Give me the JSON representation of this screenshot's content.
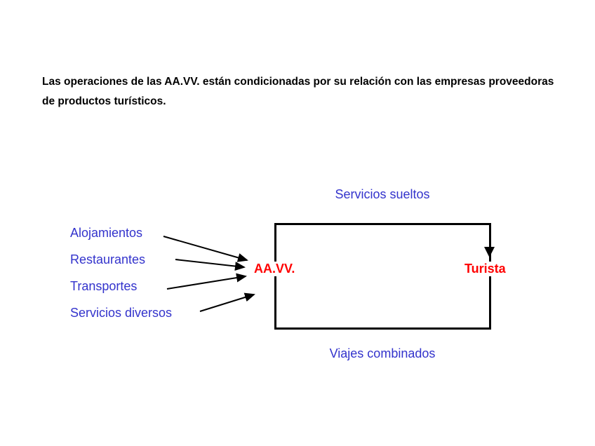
{
  "title": "Las operaciones de las AA.VV. están condicionadas por su relación con las empresas proveedoras de productos turísticos.",
  "diagram": {
    "providers": [
      {
        "label": "Alojamientos"
      },
      {
        "label": "Restaurantes"
      },
      {
        "label": "Transportes"
      },
      {
        "label": "Servicios diversos"
      }
    ],
    "agency_label": "AA.VV.",
    "tourist_label": "Turista",
    "top_path_label": "Servicios sueltos",
    "bottom_path_label": "Viajes combinados",
    "colors": {
      "label_blue": "#3333cc",
      "highlight_red": "#ff0000",
      "line_black": "#000000",
      "background": "#ffffff"
    }
  }
}
